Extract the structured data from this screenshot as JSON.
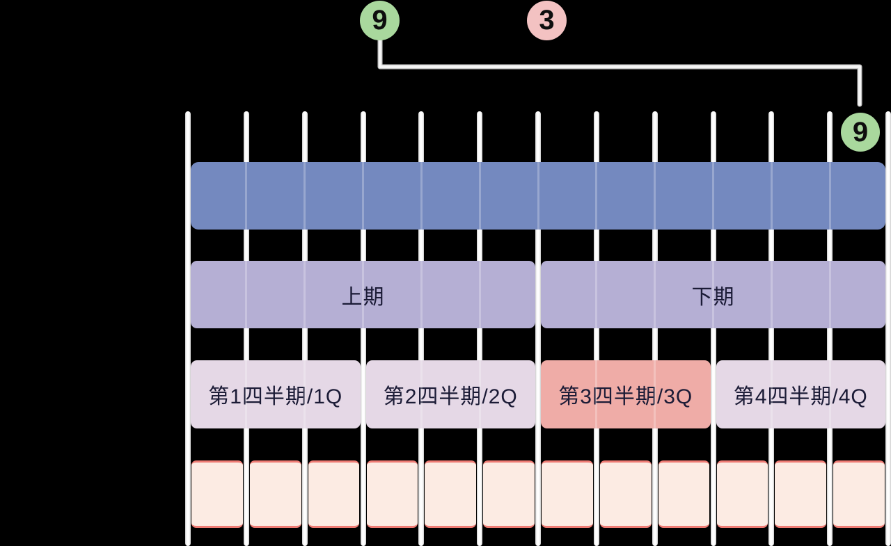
{
  "diagram": {
    "title_hint": "annual-fiscal-schedule-timeline",
    "months_count": 12,
    "callouts": {
      "start": {
        "label": "9",
        "color": "#a9d89d"
      },
      "mid": {
        "label": "3",
        "color": "#f3c2c2"
      },
      "end": {
        "label": "9",
        "color": "#a9d89d"
      }
    },
    "rows": {
      "halves": [
        {
          "label": "上期"
        },
        {
          "label": "下期"
        }
      ],
      "quarters": [
        {
          "label": "第1四半期/1Q",
          "highlight": false
        },
        {
          "label": "第2四半期/2Q",
          "highlight": false
        },
        {
          "label": "第3四半期/3Q",
          "highlight": true
        },
        {
          "label": "第4四半期/4Q",
          "highlight": false
        }
      ]
    },
    "colors": {
      "background": "#000000",
      "year_bar": "#7489bf",
      "half_bar": "#b5afd4",
      "quarter_bar": "#e5d8e6",
      "quarter_highlight": "#efaca7",
      "month_cell_fill": "#fcebe3",
      "month_cell_border": "#ee7b74",
      "gridline": "#fbfbfb",
      "text": "#1b1b36",
      "connector_line": "#f5f5f5"
    }
  }
}
